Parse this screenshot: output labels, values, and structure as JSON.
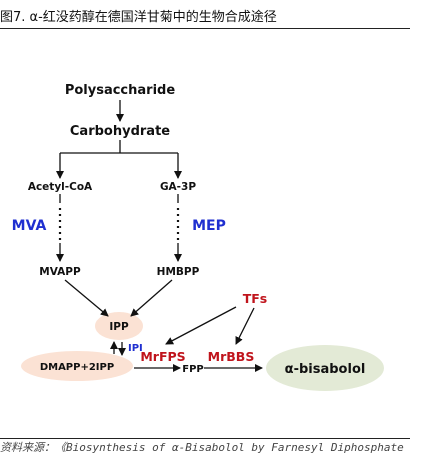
{
  "figure": {
    "title": "图7. α-红没药醇在德国洋甘菊中的生物合成途径",
    "source": "资料来源：《Biosynthesis of α-Bisabolol by Farnesyl Diphosphate"
  },
  "diagram": {
    "nodes": {
      "polysaccharide": "Polysaccharide",
      "carbohydrate": "Carbohydrate",
      "acetyl_coa": "Acetyl-CoA",
      "ga3p": "GA-3P",
      "mvapp": "MVAPP",
      "hmbpp": "HMBPP",
      "ipp": "IPP",
      "dmapp": "DMAPP+2IPP",
      "fpp": "FPP",
      "product": "α-bisabolol"
    },
    "pathways": {
      "mva": "MVA",
      "mep": "MEP"
    },
    "enzymes": {
      "ipi": "IPI",
      "mrfps": "MrFPS",
      "mrbbs": "MrBBS",
      "tfs": "TFs"
    },
    "colors": {
      "pathway_blue": "#1f2fd0",
      "enzyme_red": "#c0141c",
      "ellipse_fill": "#fbe2d4",
      "product_fill": "#e3ead6",
      "arrow": "#111111"
    }
  }
}
